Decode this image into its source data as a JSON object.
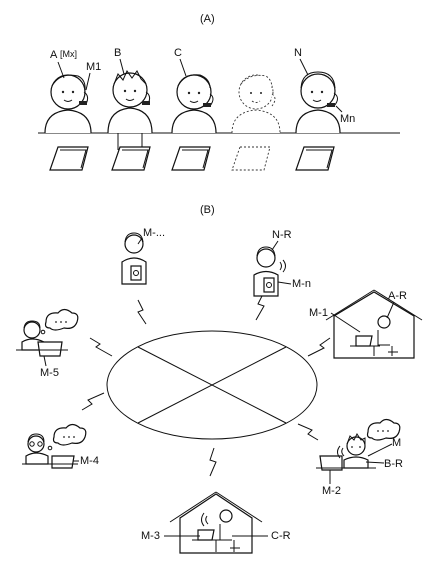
{
  "panel_a": {
    "caption": "(A)",
    "participants": [
      {
        "id": "A",
        "label": "A",
        "tag": "[Mx]",
        "mic_label": "M1"
      },
      {
        "id": "B",
        "label": "B"
      },
      {
        "id": "C",
        "label": "C"
      },
      {
        "id": "ghost",
        "label": ""
      },
      {
        "id": "N",
        "label": "N",
        "mic_label": "Mn"
      }
    ]
  },
  "panel_b": {
    "caption": "(B)",
    "nodes": {
      "top_center": {
        "device": "M-..."
      },
      "top_right": {
        "person": "N-R",
        "device": "M-n"
      },
      "right_house": {
        "device": "M-1",
        "person": "A-R"
      },
      "left_top": {
        "device": "M-5"
      },
      "left_bottom": {
        "device": "M-4"
      },
      "right_bottom": {
        "person_mark": "M",
        "device": "M-2",
        "person": "B-R"
      },
      "bottom_house": {
        "device": "M-3",
        "person": "C-R"
      }
    }
  }
}
